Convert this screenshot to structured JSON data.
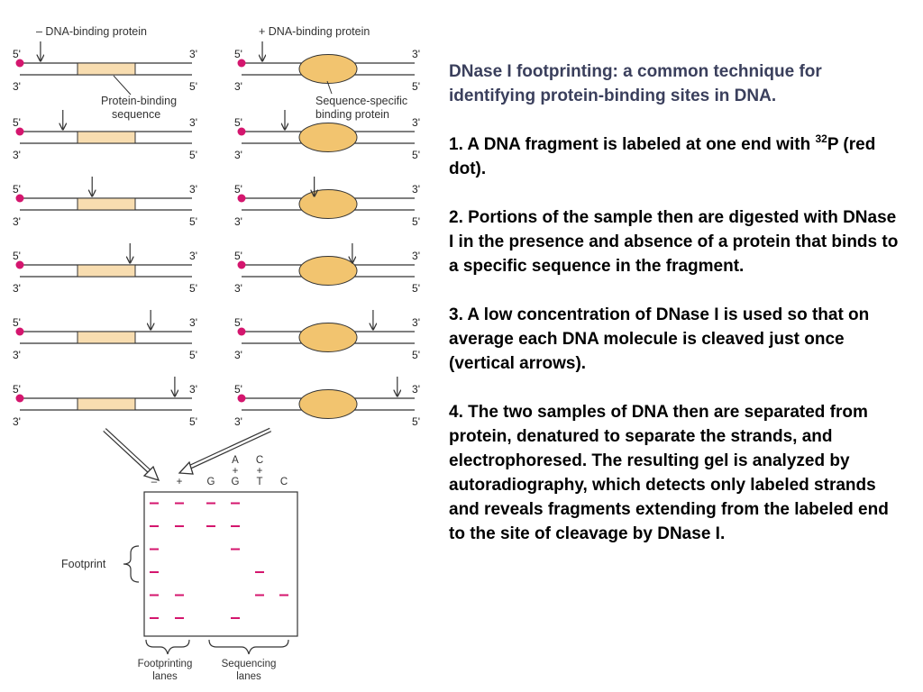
{
  "colors": {
    "label_dot": "#d4166e",
    "binding_box": "#f8ddb0",
    "protein": "#f2c46f",
    "gel_band": "#d4166e",
    "title": "#3a3f5c"
  },
  "figure": {
    "left_header": "– DNA-binding protein",
    "right_header": "+ DNA-binding protein",
    "strand_end_top_left": "5'",
    "strand_end_top_right": "3'",
    "strand_end_bottom_left": "3'",
    "strand_end_bottom_right": "5'",
    "protein_binding_sequence_line1": "Protein-binding",
    "protein_binding_sequence_line2": "sequence",
    "sequence_specific_line1": "Sequence-specific",
    "sequence_specific_line2": "binding protein",
    "rows": [
      {
        "cleavage": 0.12
      },
      {
        "cleavage": 0.25
      },
      {
        "cleavage": 0.42
      },
      {
        "cleavage": 0.64
      },
      {
        "cleavage": 0.76
      },
      {
        "cleavage": 0.9
      }
    ]
  },
  "gel": {
    "lanes": [
      {
        "line1": "",
        "line2": "",
        "line3": "–"
      },
      {
        "line1": "",
        "line2": "",
        "line3": "+"
      },
      {
        "line1": "",
        "line2": "",
        "line3": "G"
      },
      {
        "line1": "A",
        "line2": "+",
        "line3": "G"
      },
      {
        "line1": "C",
        "line2": "+",
        "line3": "T"
      },
      {
        "line1": "",
        "line2": "",
        "line3": "C"
      }
    ],
    "bands": [
      {
        "level": 1,
        "lanes": [
          0,
          1,
          2,
          3
        ]
      },
      {
        "level": 2,
        "lanes": [
          0,
          1,
          2,
          3
        ]
      },
      {
        "level": 3,
        "lanes": [
          0,
          3
        ]
      },
      {
        "level": 4,
        "lanes": [
          0,
          4
        ]
      },
      {
        "level": 5,
        "lanes": [
          0,
          1,
          4,
          5
        ]
      },
      {
        "level": 6,
        "lanes": [
          0,
          1,
          3
        ]
      }
    ],
    "footprint_label": "Footprint",
    "footprinting_lanes_line1": "Footprinting",
    "footprinting_lanes_line2": "lanes",
    "sequencing_lanes_line1": "Sequencing",
    "sequencing_lanes_line2": "lanes"
  },
  "text": {
    "title": "DNase I footprinting: a common technique for identifying protein-binding sites in DNA.",
    "step1_prefix": "1.  A DNA fragment is labeled at one end with ",
    "step1_sup": "32",
    "step1_suffix": "P (red dot).",
    "step2": "2.   Portions of the sample then are digested with DNase I in the presence and absence of a protein that binds to a specific sequence in the fragment.",
    "step3": "3.  A low concentration of DNase I is used so that on average each DNA molecule is cleaved just once (vertical arrows).",
    "step4": "4.  The two samples of DNA then are separated from protein, denatured to separate the strands, and electrophoresed. The resulting gel is analyzed by autoradiography, which detects only labeled strands and reveals fragments extending from the labeled end to the site of cleavage by DNase I."
  }
}
